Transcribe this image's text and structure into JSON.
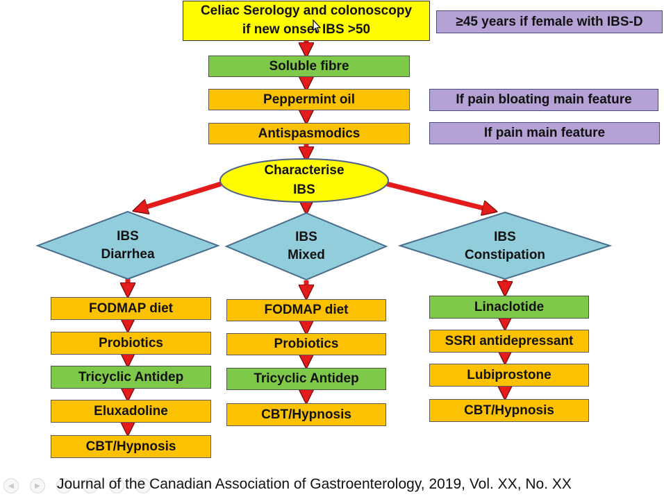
{
  "colors": {
    "yellow": "#fffb00",
    "green": "#7fc94a",
    "orange": "#fcc100",
    "lilac": "#b4a2d4",
    "diamond": "#92cddc",
    "arrow": "#e31b1b"
  },
  "top_box": {
    "line1": "Celiac Serology and colonoscopy",
    "line2": "if new onset IBS >50"
  },
  "notes": {
    "age": "≥45 years if female with IBS-D",
    "pain_bloating": "If pain bloating main feature",
    "pain": "If pain main feature"
  },
  "steps": {
    "soluble_fibre": "Soluble fibre",
    "peppermint": "Peppermint oil",
    "antispasmodics": "Antispasmodics"
  },
  "characterise": {
    "line1": "Characterise",
    "line2": "IBS"
  },
  "types": {
    "diarrhea": {
      "line1": "IBS",
      "line2": "Diarrhea"
    },
    "mixed": {
      "line1": "IBS",
      "line2": "Mixed"
    },
    "constipation": {
      "line1": "IBS",
      "line2": "Constipation"
    }
  },
  "diarrhea_steps": [
    "FODMAP diet",
    "Probiotics",
    "Tricyclic Antidep",
    "Eluxadoline",
    "CBT/Hypnosis"
  ],
  "mixed_steps": [
    "FODMAP diet",
    "Probiotics",
    "Tricyclic Antidep",
    "CBT/Hypnosis"
  ],
  "constipation_steps": [
    "Linaclotide",
    "SSRI antidepressant",
    "Lubiprostone",
    "CBT/Hypnosis"
  ],
  "footer": {
    "citation": "Journal of the Canadian Association of Gastroenterology, 2019, Vol. XX, No. XX"
  },
  "player_icons": [
    "previous-icon",
    "play-icon",
    "copy-icon",
    "edit-icon",
    "zoom-icon",
    "more-icon"
  ]
}
